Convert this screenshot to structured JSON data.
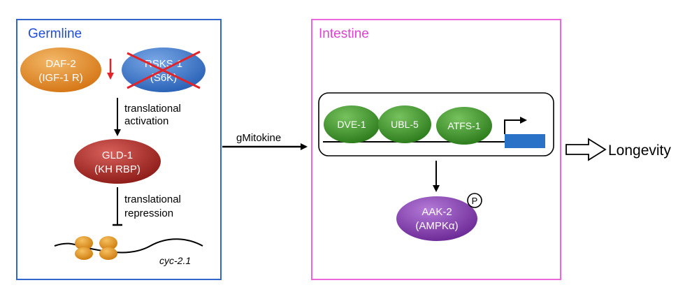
{
  "germline": {
    "title": "Germline",
    "daf2": {
      "line1": "DAF-2",
      "line2": "(IGF-1 R)"
    },
    "rsks1": {
      "line1": "RSKS-1",
      "line2": "(S6K)"
    },
    "step1": {
      "line1": "translational",
      "line2": "activation"
    },
    "gld1": {
      "line1": "GLD-1",
      "line2": "(KH RBP)"
    },
    "step2": {
      "line1": "translational",
      "line2": "repression"
    },
    "target": "cyc-2.1"
  },
  "signal": "gMitokine",
  "intestine": {
    "title": "Intestine",
    "complex": [
      "DVE-1",
      "UBL-5",
      "ATFS-1"
    ],
    "aak2": {
      "line1": "AAK-2",
      "line2": "(AMPKα)",
      "phospho": "P"
    }
  },
  "outcome": "Longevity",
  "colors": {
    "germline_border": "#3366cc",
    "germline_title": "#1f4fd6",
    "intestine_border": "#ee66dd",
    "intestine_title": "#e040d0",
    "daf2_fill": "#e08a2a",
    "rsks1_fill": "#3f79c9",
    "gld1_fill": "#a8302a",
    "complex_fill": "#3f9a2c",
    "aak2_fill": "#8e44b8",
    "ribosome_fill": "#e0901a",
    "gene_fill": "#2a72c8",
    "cross_red": "#e0242a",
    "down_arrow_red": "#e0242a"
  }
}
